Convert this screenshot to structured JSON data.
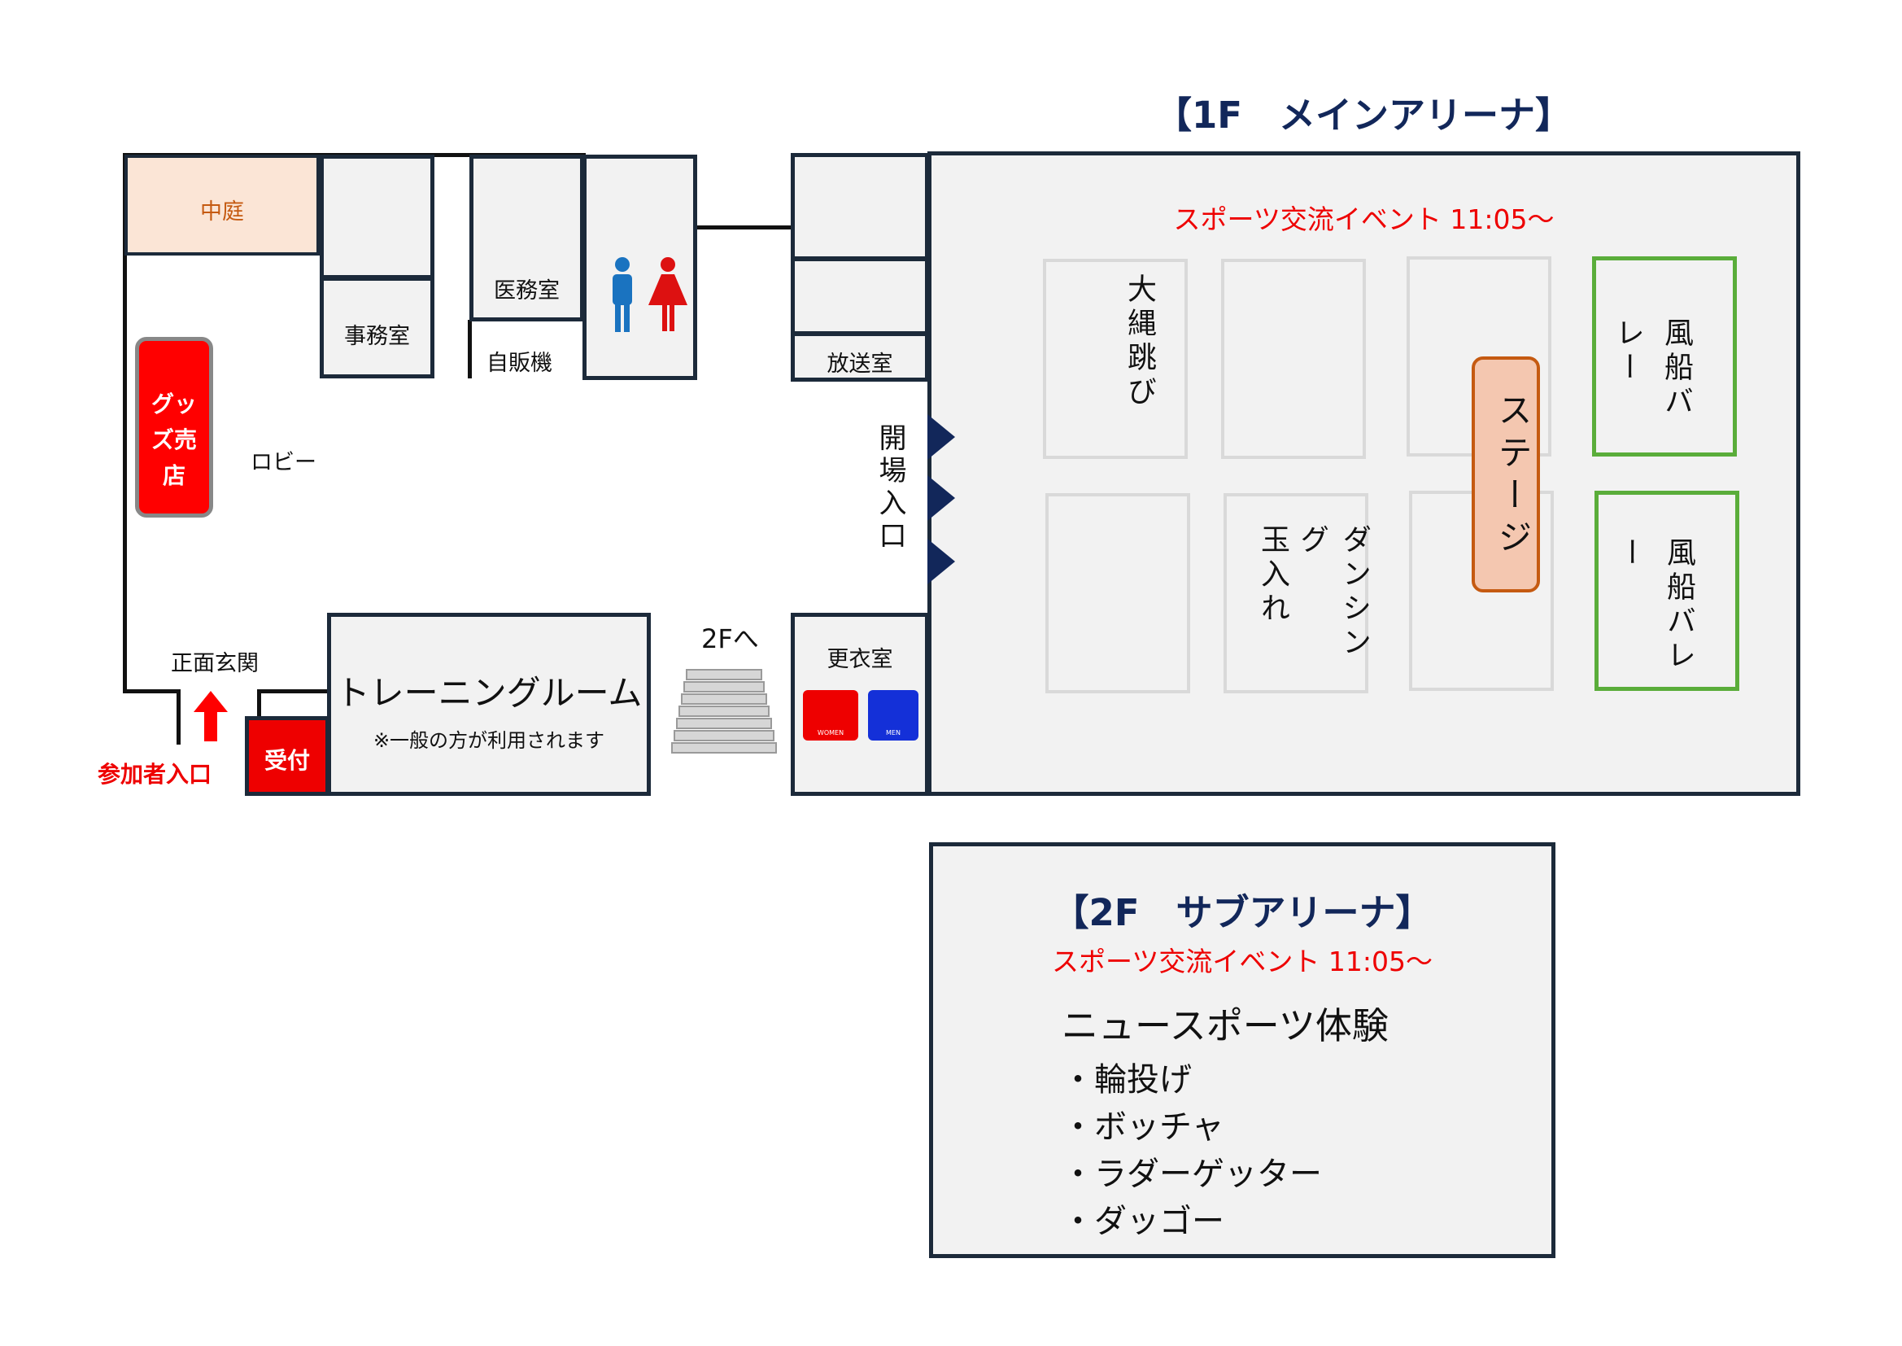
{
  "arena1f": {
    "title": "【1F　メインアリーナ】",
    "event": "スポーツ交流イベント 11:05〜",
    "courts": [
      "大縄跳び",
      "",
      "",
      "風船バレー",
      "",
      "玉入れ",
      "",
      "風船バレー"
    ],
    "dancing": "ダンシング",
    "stage": "ステージ"
  },
  "rooms": {
    "courtyard": "中庭",
    "office": "事務室",
    "medical": "医務室",
    "vending": "自販機",
    "broadcast": "放送室",
    "goods": "グッズ売店",
    "lobby": "ロビー",
    "entrance_gate": "開場入口",
    "front_entrance": "正面玄関",
    "participant_entrance": "参加者入口",
    "reception": "受付",
    "training": "トレーニングルーム",
    "training_note": "※一般の方が利用されます",
    "to2f": "2Fへ",
    "changing": "更衣室",
    "women": "WOMEN",
    "men": "MEN"
  },
  "arena2f": {
    "title": "【2F　サブアリーナ】",
    "event": "スポーツ交流イベント 11:05〜",
    "heading": "ニュースポーツ体験",
    "items": [
      "・輪投げ",
      "・ボッチャ",
      "・ラダーゲッター",
      "・ダッゴー"
    ]
  },
  "colors": {
    "navy": "#12275a",
    "red": "#ee0000",
    "green": "#5aad3a",
    "stage": "#f4c7b0"
  }
}
